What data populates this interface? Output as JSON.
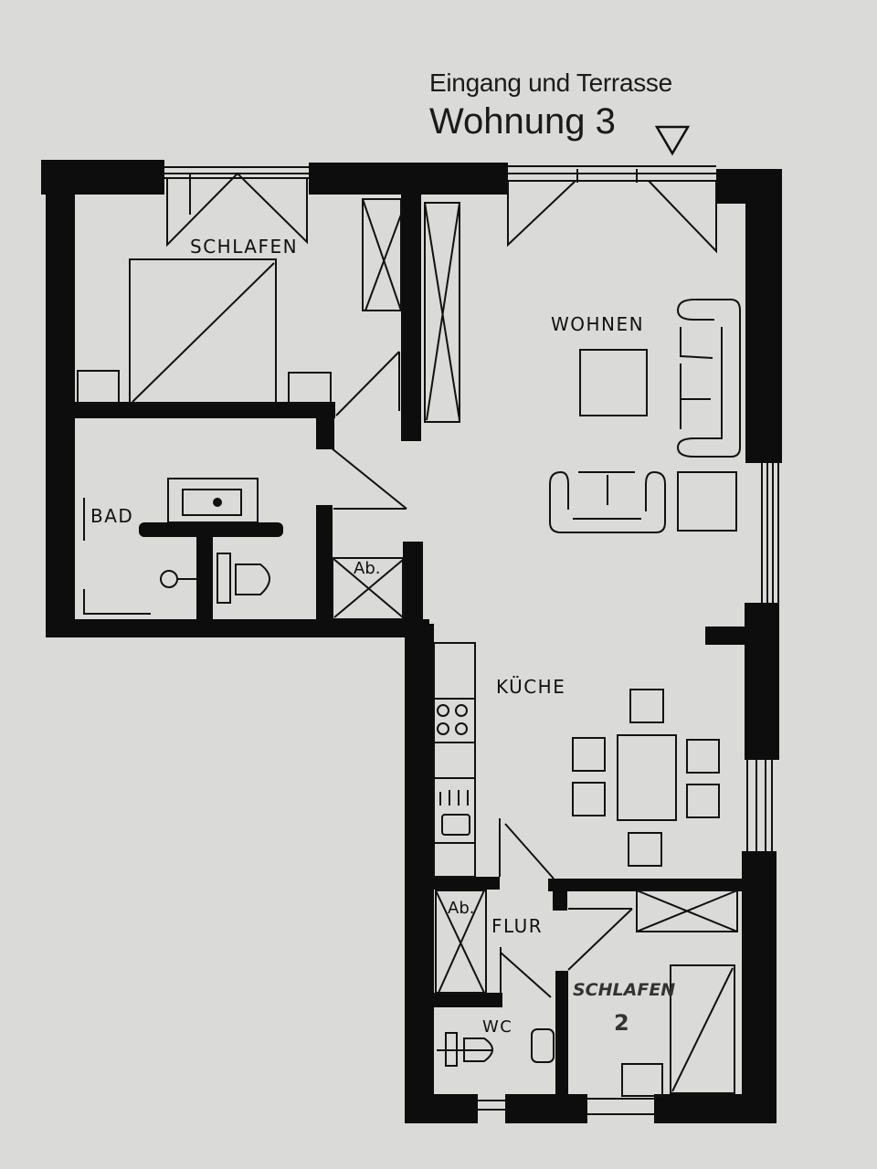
{
  "header": {
    "subtitle": "Eingang und Terrasse",
    "title": "Wohnung 3",
    "entrance_marker_icon": "triangle-down-icon"
  },
  "rooms": {
    "schlafen": "SCHLAFEN",
    "wohnen": "WOHNEN",
    "bad": "BAD",
    "abstell_1": "Ab.",
    "kueche": "KÜCHE",
    "abstell_2": "Ab.",
    "flur": "FLUR",
    "wc": "WC",
    "schlafen2_line1": "SCHLAFEN",
    "schlafen2_line2": "2"
  },
  "colors": {
    "paper": "#dadad8",
    "wall": "#0d0d0d",
    "line": "#111111"
  }
}
